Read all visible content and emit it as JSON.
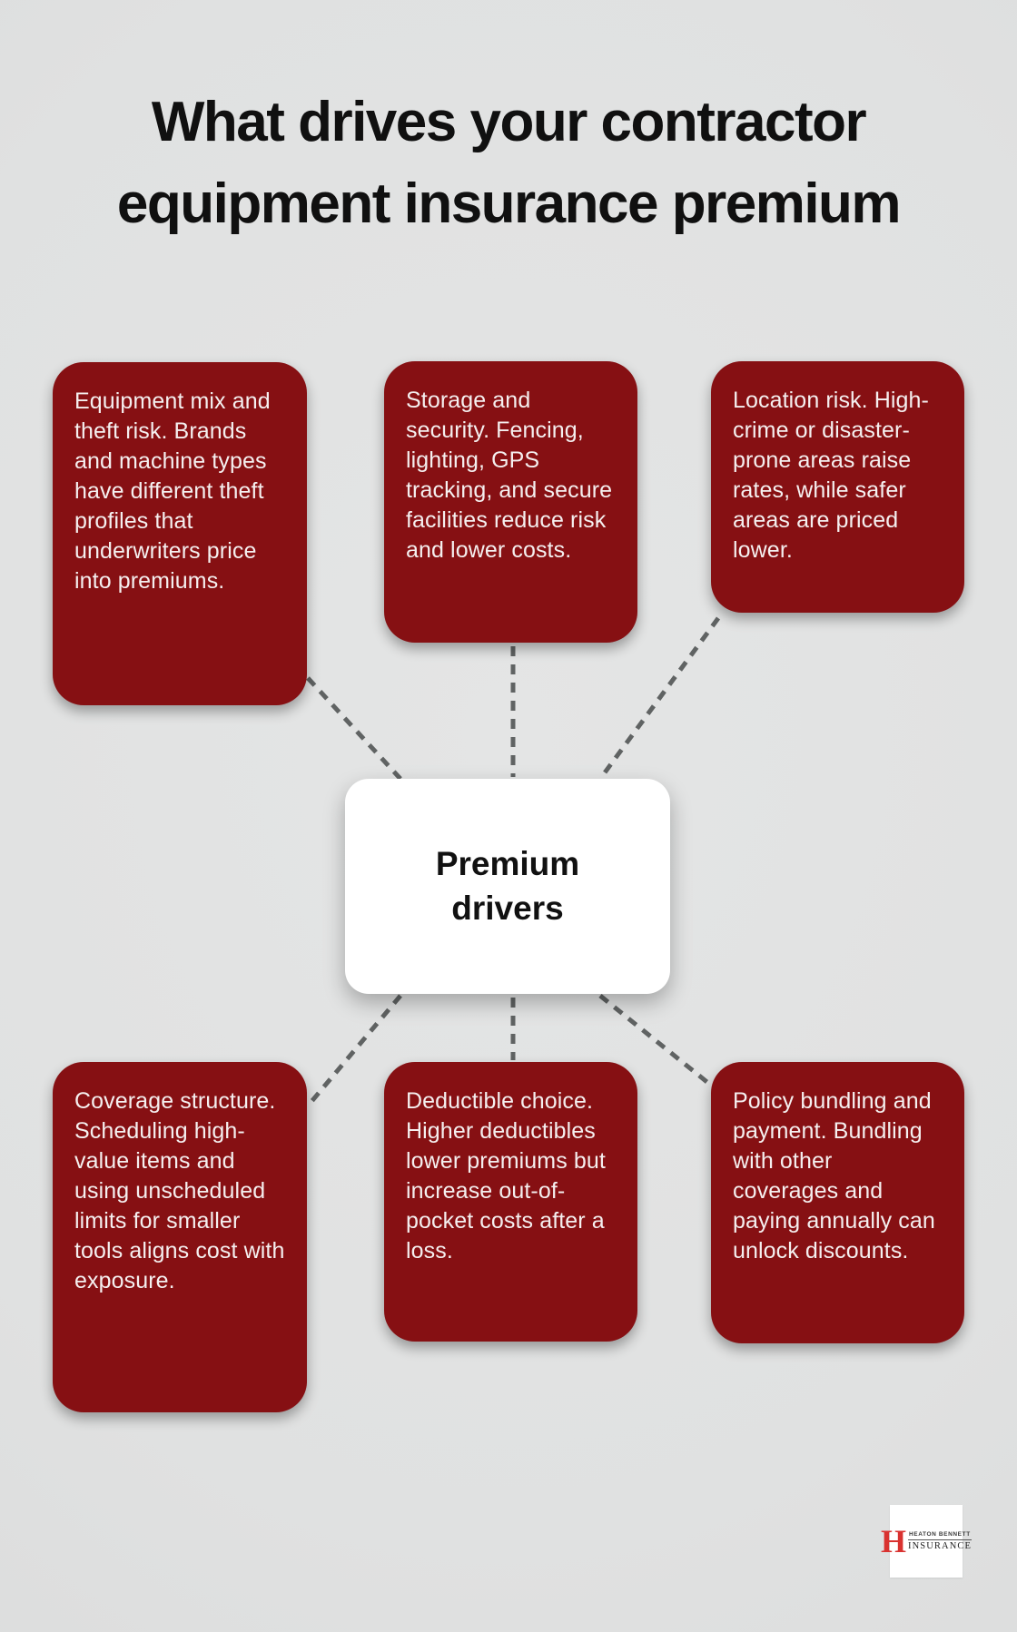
{
  "page": {
    "title_line1": "What drives your contractor",
    "title_line2": "equipment insurance premium"
  },
  "center": {
    "label": "Premium drivers"
  },
  "drivers": [
    {
      "id": "equipment-mix",
      "text": "Equipment mix and theft risk. Brands and machine types have different theft profiles that underwriters price into premiums."
    },
    {
      "id": "storage-security",
      "text": "Storage and security. Fencing, lighting, GPS tracking, and secure facilities reduce risk and lower costs."
    },
    {
      "id": "location-risk",
      "text": "Location risk. High-crime or disaster-prone areas raise rates, while safer areas are priced lower."
    },
    {
      "id": "coverage-structure",
      "text": "Coverage structure. Scheduling high-value items and using unscheduled limits for smaller tools aligns cost with exposure."
    },
    {
      "id": "deductible-choice",
      "text": "Deductible choice. Higher deductibles lower premiums but increase out-of-pocket costs after a loss."
    },
    {
      "id": "policy-bundling",
      "text": "Policy bundling and payment. Bundling with other coverages and paying annually can unlock discounts."
    }
  ],
  "logo": {
    "monogram": "H",
    "name_top": "HEATON BENNETT",
    "name_bottom": "INSURANCE"
  },
  "colors": {
    "box_red": "#861013",
    "box_text": "#f5efef",
    "dash_gray": "#606363",
    "title_black": "#101010",
    "logo_red": "#d93230",
    "background": "#e0e1e1"
  }
}
